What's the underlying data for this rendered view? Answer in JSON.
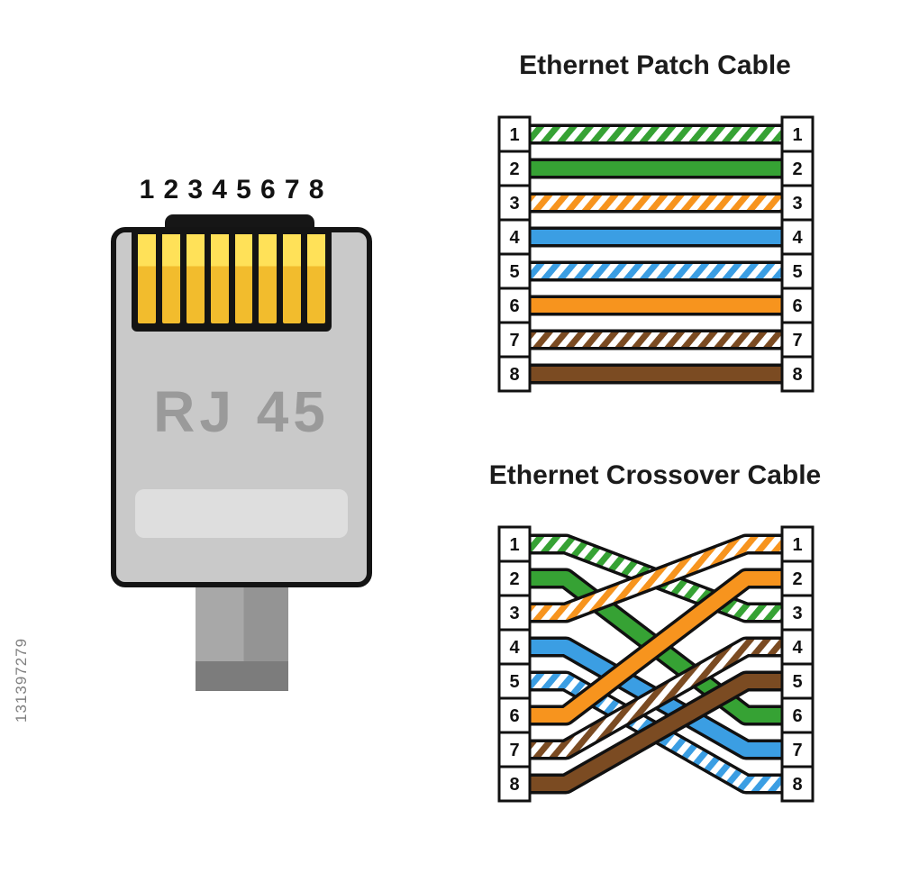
{
  "watermark": {
    "text": "131397279"
  },
  "connector": {
    "pins": [
      "1",
      "2",
      "3",
      "4",
      "5",
      "6",
      "7",
      "8"
    ],
    "label": "RJ 45",
    "colors": {
      "body": "#c9c9c9",
      "outline": "#141414",
      "pin_top": "#ffe158",
      "pin_bottom": "#f2bc2d",
      "label_text": "#9a9a9a",
      "highlight": "#dedede",
      "cable": "#a8a8a8",
      "cable_shade": "#949494",
      "cable_dark": "#7c7c7c"
    }
  },
  "patch": {
    "title": "Ethernet Patch Cable",
    "pins_left": [
      "1",
      "2",
      "3",
      "4",
      "5",
      "6",
      "7",
      "8"
    ],
    "pins_right": [
      "1",
      "2",
      "3",
      "4",
      "5",
      "6",
      "7",
      "8"
    ],
    "wires": [
      {
        "from": 1,
        "to": 1,
        "color": "green",
        "striped": true
      },
      {
        "from": 2,
        "to": 2,
        "color": "green",
        "striped": false
      },
      {
        "from": 3,
        "to": 3,
        "color": "orange",
        "striped": true
      },
      {
        "from": 4,
        "to": 4,
        "color": "blue",
        "striped": false
      },
      {
        "from": 5,
        "to": 5,
        "color": "blue",
        "striped": true
      },
      {
        "from": 6,
        "to": 6,
        "color": "orange",
        "striped": false
      },
      {
        "from": 7,
        "to": 7,
        "color": "brown",
        "striped": true
      },
      {
        "from": 8,
        "to": 8,
        "color": "brown",
        "striped": false
      }
    ]
  },
  "crossover": {
    "title": "Ethernet Crossover Cable",
    "pins_left": [
      "1",
      "2",
      "3",
      "4",
      "5",
      "6",
      "7",
      "8"
    ],
    "pins_right": [
      "1",
      "2",
      "3",
      "4",
      "5",
      "6",
      "7",
      "8"
    ],
    "wires": [
      {
        "from": 1,
        "to": 3,
        "color": "green",
        "striped": true
      },
      {
        "from": 2,
        "to": 6,
        "color": "green",
        "striped": false
      },
      {
        "from": 3,
        "to": 1,
        "color": "orange",
        "striped": true
      },
      {
        "from": 4,
        "to": 7,
        "color": "blue",
        "striped": false
      },
      {
        "from": 5,
        "to": 8,
        "color": "blue",
        "striped": true
      },
      {
        "from": 6,
        "to": 2,
        "color": "orange",
        "striped": false
      },
      {
        "from": 7,
        "to": 4,
        "color": "brown",
        "striped": true
      },
      {
        "from": 8,
        "to": 5,
        "color": "brown",
        "striped": false
      }
    ]
  },
  "wire_colors": {
    "green": "#36a234",
    "orange": "#f7941e",
    "blue": "#3b9ee3",
    "brown": "#7b4b22",
    "outline": "#111111"
  }
}
